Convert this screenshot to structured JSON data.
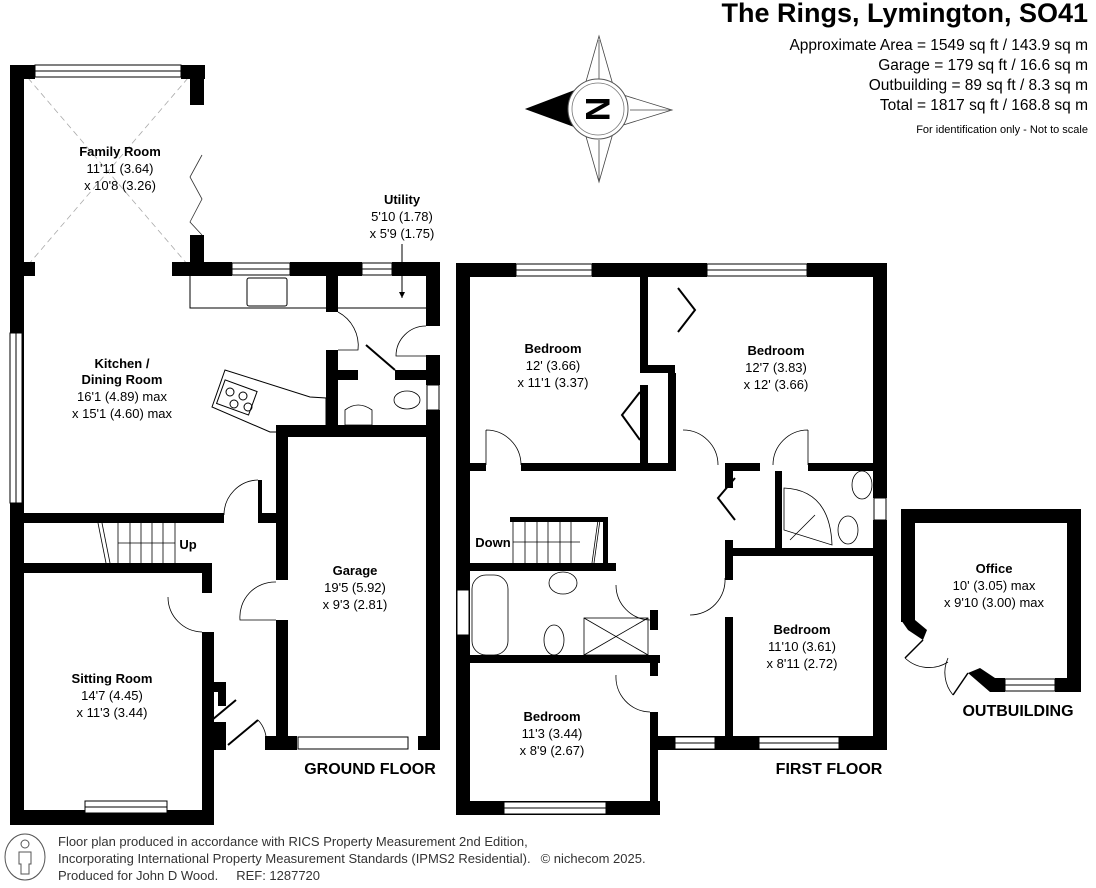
{
  "header": {
    "title": "The Rings, Lymington, SO41",
    "areas": [
      "Approximate Area = 1549 sq ft / 143.9 sq m",
      "Garage = 179 sq ft / 16.6 sq m",
      "Outbuilding = 89 sq ft / 8.3 sq m",
      "Total = 1817 sq ft / 168.8 sq m"
    ],
    "note": "For identification only - Not to scale"
  },
  "compass": {
    "letter": "N",
    "icon": "compass-north-arrow-icon"
  },
  "floors": {
    "ground": {
      "label": "GROUND FLOOR",
      "rooms": [
        {
          "name": "Family Room",
          "dim1": "11'11 (3.64)",
          "dim2": "x 10'8 (3.26)"
        },
        {
          "name": "Utility",
          "dim1": "5'10 (1.78)",
          "dim2": "x 5'9 (1.75)"
        },
        {
          "name_line1": "Kitchen /",
          "name": "Dining Room",
          "dim1": "16'1 (4.89) max",
          "dim2": "x 15'1 (4.60) max"
        },
        {
          "name": "Garage",
          "dim1": "19'5 (5.92)",
          "dim2": "x 9'3 (2.81)"
        },
        {
          "name": "Sitting Room",
          "dim1": "14'7 (4.45)",
          "dim2": "x 11'3 (3.44)"
        }
      ],
      "stairs_label": "Up"
    },
    "first": {
      "label": "FIRST FLOOR",
      "rooms": [
        {
          "name": "Bedroom",
          "dim1": "12' (3.66)",
          "dim2": "x 11'1 (3.37)"
        },
        {
          "name": "Bedroom",
          "dim1": "12'7 (3.83)",
          "dim2": "x 12' (3.66)"
        },
        {
          "name": "Bedroom",
          "dim1": "11'10 (3.61)",
          "dim2": "x 8'11 (2.72)"
        },
        {
          "name": "Bedroom",
          "dim1": "11'3 (3.44)",
          "dim2": "x 8'9 (2.67)"
        }
      ],
      "stairs_label": "Down"
    },
    "outbuilding": {
      "label": "OUTBUILDING",
      "rooms": [
        {
          "name": "Office",
          "dim1": "10' (3.05) max",
          "dim2": "x 9'10 (3.00) max"
        }
      ]
    }
  },
  "footer": {
    "line1": "Floor plan produced in accordance with RICS Property Measurement 2nd Edition,",
    "line2": "Incorporating International Property Measurement Standards (IPMS2 Residential).",
    "copyright": "© nichecom 2025.",
    "line3": "Produced for John D Wood.",
    "ref": "REF:  1287720"
  }
}
